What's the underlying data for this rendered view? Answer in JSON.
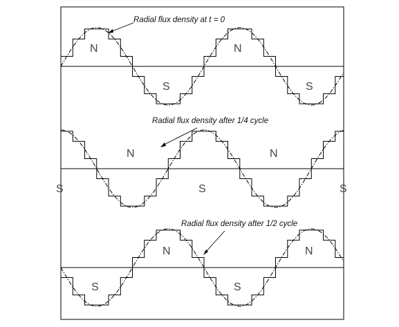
{
  "labels": {
    "t0": "Radial flux density at t = 0",
    "quarter": "Radial flux density after 1/4 cycle",
    "half": "Radial flux density after 1/2 cycle"
  },
  "poles": {
    "north": "N",
    "south": "S"
  },
  "colors": {
    "line": "#000000",
    "text": "#111111",
    "pole_text": "#444444"
  }
}
